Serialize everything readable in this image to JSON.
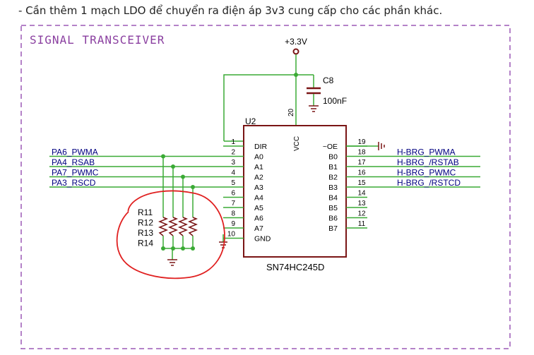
{
  "note": "- Cần thêm 1 mạch LDO để chuyển ra điện áp 3v3 cung cấp cho các phần khác.",
  "block_title": "SIGNAL TRANSCEIVER",
  "power_label": "+3.3V",
  "capacitor": {
    "ref": "C8",
    "value": "100nF"
  },
  "ic": {
    "ref": "U2",
    "part": "SN74HC245D",
    "vcc_label": "VCC",
    "vcc_pin": "20",
    "left_pins": [
      {
        "num": "1",
        "name": "DIR"
      },
      {
        "num": "2",
        "name": "A0"
      },
      {
        "num": "3",
        "name": "A1"
      },
      {
        "num": "4",
        "name": "A2"
      },
      {
        "num": "5",
        "name": "A3"
      },
      {
        "num": "6",
        "name": "A4"
      },
      {
        "num": "7",
        "name": "A5"
      },
      {
        "num": "8",
        "name": "A6"
      },
      {
        "num": "9",
        "name": "A7"
      },
      {
        "num": "10",
        "name": "GND"
      }
    ],
    "right_pins": [
      {
        "num": "19",
        "name": "~OE"
      },
      {
        "num": "18",
        "name": "B0"
      },
      {
        "num": "17",
        "name": "B1"
      },
      {
        "num": "16",
        "name": "B2"
      },
      {
        "num": "15",
        "name": "B3"
      },
      {
        "num": "14",
        "name": "B4"
      },
      {
        "num": "13",
        "name": "B5"
      },
      {
        "num": "12",
        "name": "B6"
      },
      {
        "num": "11",
        "name": "B7"
      }
    ]
  },
  "left_nets": [
    "PA6_PWMA",
    "PA4_RSAB",
    "PA7_PWMC",
    "PA3_RSCD"
  ],
  "right_nets": [
    "H-BRG_PWMA",
    "H-BRG_/RSTAB",
    "H-BRG_PWMC",
    "H-BRG_/RSTCD"
  ],
  "resistors": [
    "R11",
    "R12",
    "R13",
    "R14"
  ],
  "colors": {
    "wire": "#3aaa35",
    "component": "#7a1515",
    "pin_text": "#000000",
    "label_text": "#000080",
    "frame": "#9b59b6",
    "title": "#8a3fa0",
    "annotation": "#e02020"
  }
}
